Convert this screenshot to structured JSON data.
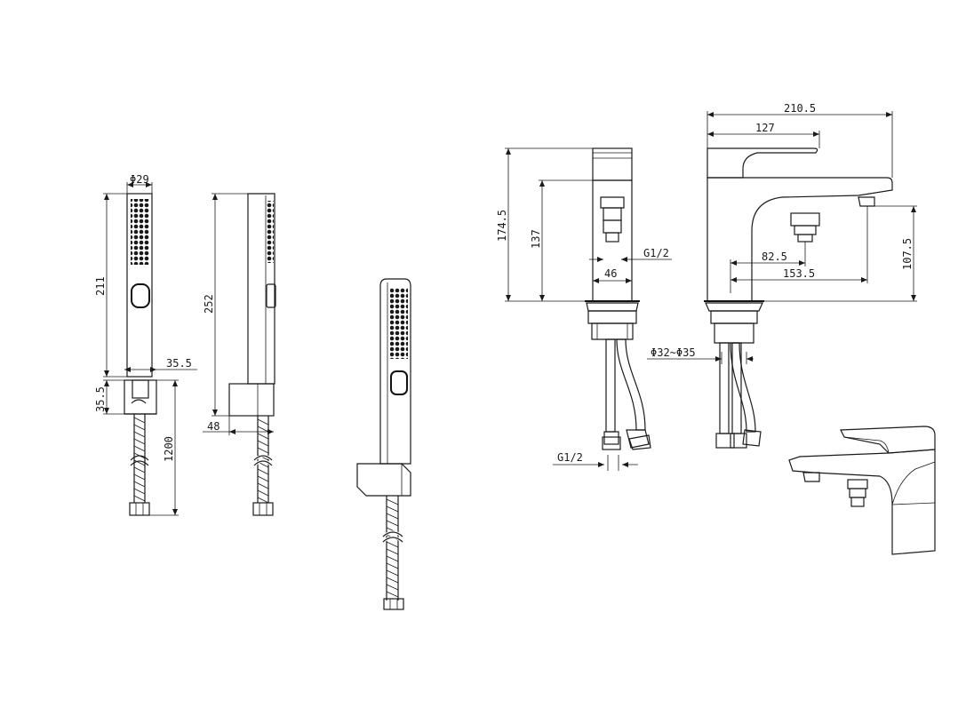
{
  "colors": {
    "line": "#1a1a1a",
    "background": "#ffffff"
  },
  "dimensions": {
    "handshower_diameter": "Φ29",
    "handshower_length": "211",
    "handshower_side_length": "252",
    "holder_width": "35.5",
    "holder_height": "35.5",
    "hose_length": "1200",
    "holder_depth": "48",
    "mixer_height": "174.5",
    "spout_height": "137",
    "thread_top": "G1/2",
    "base_width": "46",
    "total_length": "210.5",
    "handle_length": "127",
    "outlet_height": "107.5",
    "outlet_offset": "82.5",
    "spout_reach": "153.5",
    "hole_diameter": "Φ32~Φ35",
    "thread_bottom": "G1/2"
  }
}
